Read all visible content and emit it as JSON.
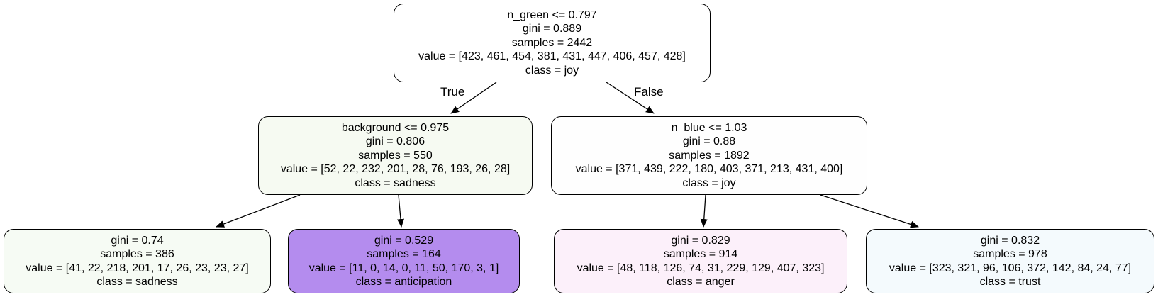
{
  "nodes": {
    "root": {
      "split": "n_green <= 0.797",
      "gini": "gini = 0.889",
      "samples": "samples = 2442",
      "value": "value = [423, 461, 454, 381, 431, 447, 406, 457, 428]",
      "class": "class = joy",
      "fill": "#ffffff"
    },
    "left": {
      "split": "background <= 0.975",
      "gini": "gini = 0.806",
      "samples": "samples = 550",
      "value": "value = [52, 22, 232, 201, 28, 76, 193, 26, 28]",
      "class": "class = sadness",
      "fill": "#f6faf2"
    },
    "right": {
      "split": "n_blue <= 1.03",
      "gini": "gini = 0.88",
      "samples": "samples = 1892",
      "value": "value = [371, 439, 222, 180, 403, 371, 213, 431, 400]",
      "class": "class = joy",
      "fill": "#fefefe"
    },
    "ll": {
      "gini": "gini = 0.74",
      "samples": "samples = 386",
      "value": "value = [41, 22, 218, 201, 17, 26, 23, 23, 27]",
      "class": "class = sadness",
      "fill": "#f6fbf4"
    },
    "lr": {
      "gini": "gini = 0.529",
      "samples": "samples = 164",
      "value": "value = [11, 0, 14, 0, 11, 50, 170, 3, 1]",
      "class": "class = anticipation",
      "fill": "#b48cee"
    },
    "rl": {
      "gini": "gini = 0.829",
      "samples": "samples = 914",
      "value": "value = [48, 118, 126, 74, 31, 229, 129, 407, 323]",
      "class": "class = anger",
      "fill": "#fcf0fa"
    },
    "rr": {
      "gini": "gini = 0.832",
      "samples": "samples = 978",
      "value": "value = [323, 321, 96, 106, 372, 142, 84, 24, 77]",
      "class": "class = trust",
      "fill": "#f4fafd"
    }
  },
  "edge_labels": {
    "true_label": "True",
    "false_label": "False"
  }
}
